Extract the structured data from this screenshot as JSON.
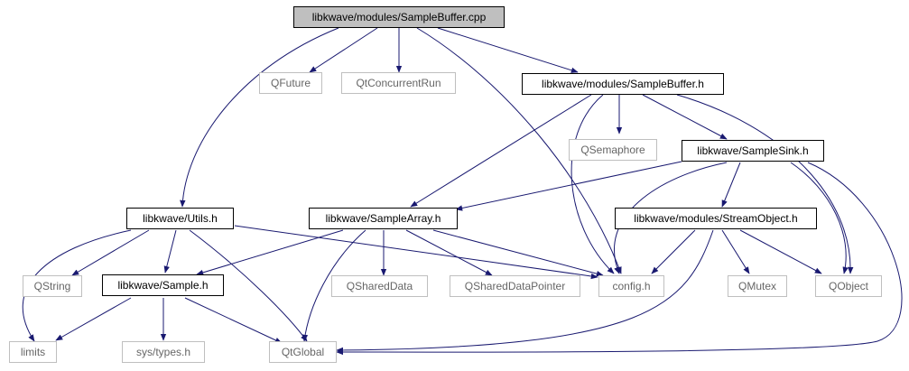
{
  "nodes": {
    "main": "libkwave/modules/SampleBuffer.cpp",
    "qfuture": "QFuture",
    "qtconcurrentrun": "QtConcurrentRun",
    "samplebuffer_h": "libkwave/modules/SampleBuffer.h",
    "qsemaphore": "QSemaphore",
    "samplesink_h": "libkwave/SampleSink.h",
    "utils_h": "libkwave/Utils.h",
    "samplearray_h": "libkwave/SampleArray.h",
    "streamobject_h": "libkwave/modules/StreamObject.h",
    "qstring": "QString",
    "sample_h": "libkwave/Sample.h",
    "qshareddata": "QSharedData",
    "qshareddatapointer": "QSharedDataPointer",
    "config_h": "config.h",
    "qmutex": "QMutex",
    "qobject": "QObject",
    "limits": "limits",
    "systypes_h": "sys/types.h",
    "qtglobal": "QtGlobal"
  },
  "colors": {
    "edge": "#191970",
    "node_border": "#000000",
    "ext_border": "#bfbfbf",
    "main_fill": "#bfbfbf",
    "ext_text": "#666666"
  }
}
